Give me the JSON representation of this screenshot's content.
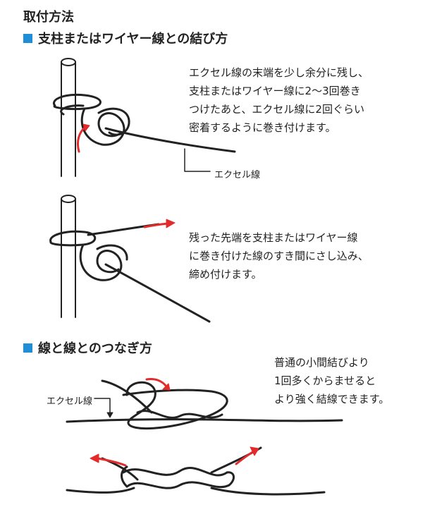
{
  "title": "取付方法",
  "sections": {
    "support": "支柱またはワイヤー線との結び方",
    "join": "線と線とのつなぎ方"
  },
  "steps": {
    "step1": "エクセル線の末端を少し余分に残し、\n支柱またはワイヤー線に2〜3回巻き\nつけたあと、エクセル線に2回ぐらい\n密着するように巻き付けます。",
    "step2": "残った先端を支柱またはワイヤー線\nに巻き付けた線のすき間にさし込み、\n締め付けます。",
    "join_note": "普通の小間結びより\n1回多くからませると\nより強く結線できます。"
  },
  "labels": {
    "wire1": "エクセル線",
    "wire2": "エクセル線"
  },
  "colors": {
    "accent": "#1f8ed6",
    "arrow": "#e32b2b",
    "line": "#222222"
  }
}
